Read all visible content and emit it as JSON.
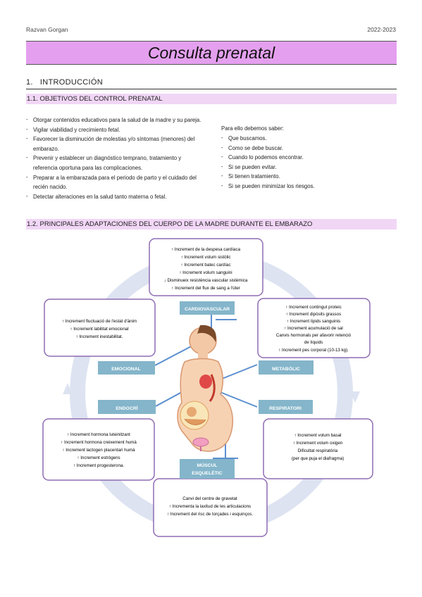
{
  "header": {
    "author": "Razvan Gorgan",
    "year": "2022-2023"
  },
  "title": "Consulta prenatal",
  "section1": {
    "number": "1.",
    "title": "INTRODUCCIÓN"
  },
  "sub1": {
    "title": "1.1. OBJETIVOS DEL CONTROL PRENATAL",
    "left_items": [
      "Otorgar contenidos educativos para la salud de la madre y su pareja.",
      "Vigilar viabilidad y crecimiento fetal.",
      "Favorecer la disminución de molestias y/o síntomas (menores) del embarazo.",
      "Prevenir y establecer un diagnóstico temprano, tratamiento y referencia oportuna para las complicaciones.",
      "Preparar a la embarazada para el periodo de parto y el cuidado del recién nacido.",
      "Detectar alteraciones en la salud tanto materna o fetal."
    ],
    "right_intro": "Para ello debemos saber:",
    "right_items": [
      "Que buscamos.",
      "Como se debe buscar.",
      "Cuando lo podemos encontrar.",
      "Si se pueden evitar.",
      "Si tienen tratamiento.",
      "Si se pueden minimizar los riesgos."
    ]
  },
  "sub2": {
    "title": "1.2. PRINCIPALES ADAPTACIONES DEL CUERPO DE LA MADRE DURANTE EL EMBARAZO"
  },
  "diagram": {
    "labels": {
      "cardiovascular": "CARDIOVASCULAR",
      "metabolic": "METABÒLIC",
      "emocional": "EMOCIONAL",
      "endocri": "ENDOCRÍ",
      "respiratori": "RESPIRATORI",
      "muscul1": "MÚSCUL",
      "muscul2": "ESQUELÈTIC"
    },
    "cardio_box": [
      "↑ Increment de la despesa cardíaca",
      "↑ Increment volum sistòlic",
      "↑ Increment batec cardíac",
      "↑ Increment volum sanguini",
      "↓ Disminueix resistència vascular sistèmica",
      "↑ Increment del flux de sang a l'úter"
    ],
    "emo_box": [
      "↑ Increment fluctuació de l'estat d'ànim",
      "↑ Increment labilitat emocional",
      "↑ Increment inestabilitat."
    ],
    "meta_box": [
      "↑ Increment contingut proteic",
      "↑ Increment dipòsits grassos",
      "↑ Increment lípids sanguinis",
      "↑ Increment acumulació de sal",
      "Canvis hormonals per afavorir retenció",
      "de líquids",
      "↑ Increment pes corporal (10-13 kg)."
    ],
    "endo_box": [
      "↑ Increment hormona luteinitzant",
      "↑ Increment hormona creixement humà",
      "↑ Increment lactogen placentari humà",
      "↑ Increment estrògens",
      "↑ Increment progesterona."
    ],
    "resp_box": [
      "↑ Increment volum basal",
      "↑ Increment volum oxigen",
      "Dificultat respiratòria",
      "(per que puja el diafragma)"
    ],
    "musc_box": [
      "Canvi del centre de gravetat",
      "↑ Incrementa la laxitud de les articulacions",
      "↑ Increment del risc de torçades i esquinços."
    ]
  }
}
